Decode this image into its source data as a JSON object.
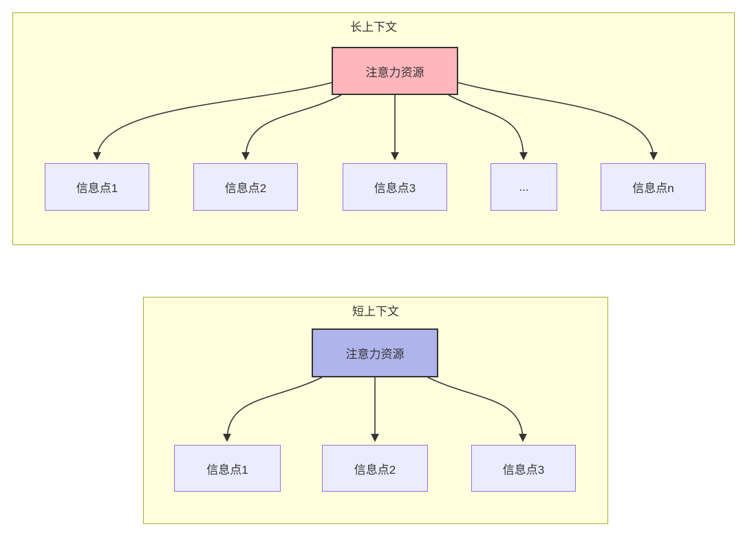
{
  "diagram": {
    "long_context": {
      "title": "长上下文",
      "attention_node": "注意力资源",
      "info_nodes": [
        "信息点1",
        "信息点2",
        "信息点3",
        "...",
        "信息点n"
      ]
    },
    "short_context": {
      "title": "短上下文",
      "attention_node": "注意力资源",
      "info_nodes": [
        "信息点1",
        "信息点2",
        "信息点3"
      ]
    },
    "colors": {
      "container_fill": "#ffffde",
      "container_border": "#aaaa33",
      "attention_long_fill": "#ffb6bc",
      "attention_short_fill": "#afb4eb",
      "info_node_fill": "#ececff",
      "info_node_border": "#9370db",
      "connector_color": "#333333"
    }
  }
}
